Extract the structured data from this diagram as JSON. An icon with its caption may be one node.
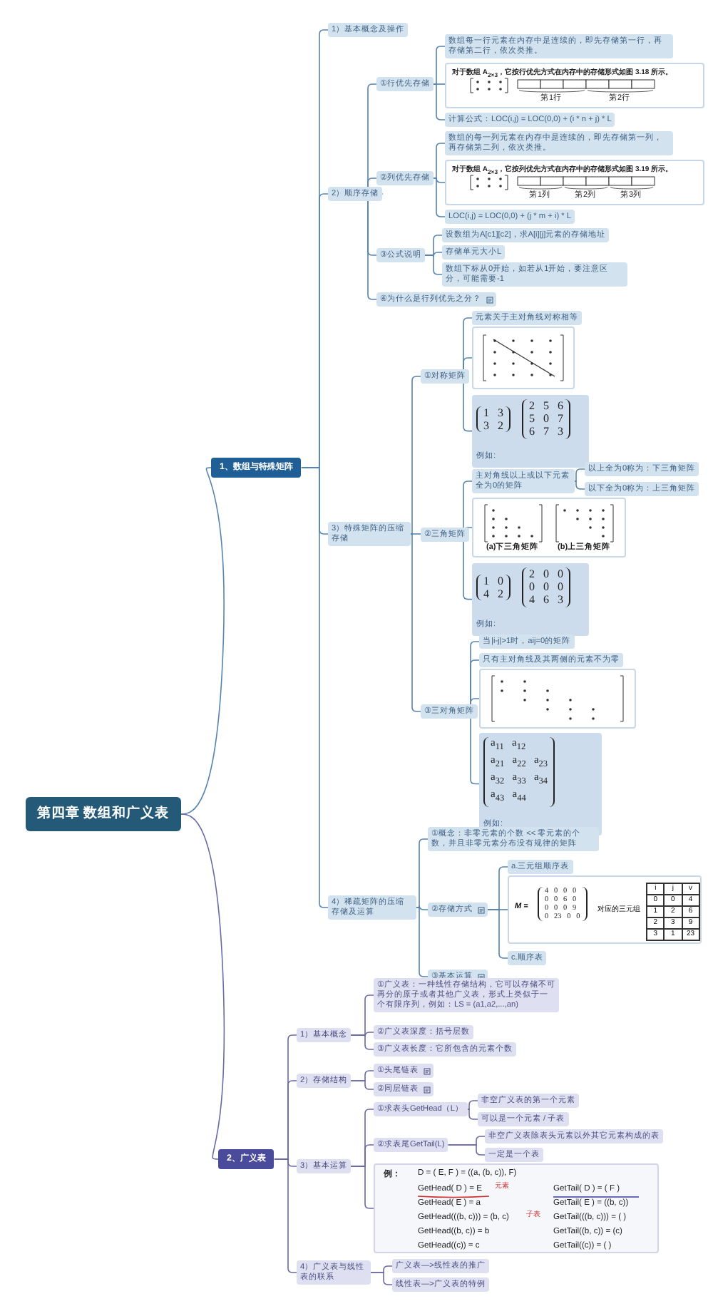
{
  "diagram": {
    "nodes": [
      {
        "text": [
          "第四章 数组和广义表"
        ]
      },
      {
        "text": [
          "1、数组与特殊矩阵"
        ]
      },
      {
        "text": [
          "1）基本概念及操作"
        ]
      },
      {
        "text": [
          "2）顺序存储"
        ]
      },
      {
        "text": [
          "①行优先存储"
        ]
      },
      {
        "text": [
          "数组每一行元素在内存中是连续的，即先存储第一行，再存储第二行，依次类推。"
        ]
      },
      {
        "text": [
          "对于数组 A$_{2×3}$，它按行优先方式在内存中的存储形式如图 3.18 所示。",
          "第1行",
          "第2行"
        ]
      },
      {
        "text": [
          "计算公式：LOC(i,j) = LOC(0,0) + (i * n + j) * L"
        ]
      },
      {
        "text": [
          "②列优先存储"
        ]
      },
      {
        "text": [
          "数组的每一列元素在内存中是连续的，即先存储第一列，再存储第二列，依次类推。"
        ]
      },
      {
        "text": [
          "对于数组 A$_{2×3}$，它按列优先方式在内存中的存储形式如图 3.19 所示。",
          "第1列",
          "第2列",
          "第3列"
        ]
      },
      {
        "text": [
          "LOC(i,j) = LOC(0,0) + (j * m + i) * L"
        ]
      },
      {
        "text": [
          "③公式说明"
        ]
      },
      {
        "text": [
          "设数组为A[c1][c2]，求A[i][j]元素的存储地址"
        ]
      },
      {
        "text": [
          "存储单元大小L"
        ]
      },
      {
        "text": [
          "数组下标从0开始，如若从1开始，要注意区分，可能需要-1"
        ]
      },
      {
        "text": [
          "④为什么是行列优先之分？"
        ]
      },
      {
        "text": [
          "3）特殊矩阵的压缩存储"
        ]
      },
      {
        "text": [
          "①对称矩阵"
        ]
      },
      {
        "text": [
          "元素关于主对角线对称相等"
        ]
      },
      {
        "text": [],
        "shape": "picture"
      },
      {
        "text": [
          "1 3",
          "3 2",
          "2 5 6",
          "5 0 7",
          "6 7 3",
          "例如:"
        ]
      },
      {
        "text": [
          "②三角矩阵"
        ]
      },
      {
        "text": [
          "主对角线以上或以下元素全为0的矩阵"
        ]
      },
      {
        "text": [
          "以上全为0称为：下三角矩阵"
        ]
      },
      {
        "text": [
          "以下全为0称为：上三角矩阵"
        ]
      },
      {
        "text": [
          "(a)下三角矩阵",
          "(b)上三角矩阵"
        ]
      },
      {
        "text": [
          "1 0",
          "4 2",
          "2 0 0",
          "0 0 0",
          "4 6 3",
          "例如:"
        ]
      },
      {
        "text": [
          "③三对角矩阵"
        ]
      },
      {
        "text": [
          "当|i-j|>1时，aij=0的矩阵"
        ]
      },
      {
        "text": [
          "只有主对角线及其两侧的元素不为零"
        ]
      },
      {
        "text": [],
        "shape": "picture"
      },
      {
        "text": [
          "a$_{11}$ a$_{12}$",
          "a$_{21}$ a$_{22}$ a$_{23}$",
          "a$_{32}$ a$_{33}$ a$_{34}$",
          "a$_{43}$ a$_{44}$",
          "例如:"
        ]
      },
      {
        "text": [
          "4）稀疏矩阵的压缩存储及运算"
        ]
      },
      {
        "text": [
          "①概念：非零元素的个数 << 零元素的个数，并且非零元素分布没有规律的矩阵"
        ]
      },
      {
        "text": [
          "②存储方式"
        ]
      },
      {
        "text": [
          "a.三元组顺序表"
        ]
      },
      {
        "text": [
          "M =",
          "4 0 0 0",
          "0 0 6 0",
          "0 0 0 9",
          "0 23 0 0",
          "对应的三元组",
          "i",
          "j",
          "v",
          "0",
          "0",
          "4",
          "1",
          "2",
          "6",
          "2",
          "3",
          "9",
          "3",
          "1",
          "23"
        ]
      },
      {
        "text": [
          "c.顺序表"
        ]
      },
      {
        "text": [
          "③基本运算"
        ]
      },
      {
        "text": [
          "2、广义表"
        ]
      },
      {
        "text": [
          "1）基本概念"
        ]
      },
      {
        "text": [
          "①广义表：一种线性存储结构，它可以存储不可再分的原子或者其他广义表，形式上类似于一个有限序列，例如：LS = (a1,a2,...,an)"
        ]
      },
      {
        "text": [
          "②广义表深度：括号层数"
        ]
      },
      {
        "text": [
          "③广义表长度：它所包含的元素个数"
        ]
      },
      {
        "text": [
          "2）存储结构"
        ]
      },
      {
        "text": [
          "①头尾链表"
        ]
      },
      {
        "text": [
          "②同层链表"
        ]
      },
      {
        "text": [
          "3）基本运算"
        ]
      },
      {
        "text": [
          "①求表头GetHead（L）"
        ]
      },
      {
        "text": [
          "非空广义表的第一个元素"
        ]
      },
      {
        "text": [
          "可以是一个元素 / 子表"
        ]
      },
      {
        "text": [
          "②求表尾GetTail(L)"
        ]
      },
      {
        "text": [
          "非空广义表除表头元素以外其它元素构成的表"
        ]
      },
      {
        "text": [
          "一定是一个表"
        ]
      },
      {
        "text": [
          "例：",
          "D = ( E, F ) = ((a, (b, c)), F)",
          "GetHead( D ) = E",
          "元素",
          "GetTail( D ) = ( F )",
          "GetHead( E ) = a",
          "GetTail( E ) = ((b, c))",
          "GetHead(((b, c))) = (b, c)",
          "子表",
          "GetTail(((b, c))) = ( )",
          "GetHead((b, c)) = b",
          "GetTail((b, c)) = (c)",
          "GetHead((c)) = c",
          "GetTail((c)) = ( )"
        ]
      },
      {
        "text": [
          "4）广义表与线性表的联系"
        ]
      },
      {
        "text": [
          "广义表—>线性表的推广"
        ]
      },
      {
        "text": [
          "线性表—>广义表的特例"
        ]
      }
    ],
    "edges": [
      {
        "from": 0,
        "to": 1,
        "arrow": "none"
      },
      {
        "from": 1,
        "to": 2,
        "arrow": "none"
      },
      {
        "from": 1,
        "to": 3,
        "arrow": "none"
      },
      {
        "from": 3,
        "to": 4,
        "arrow": "none"
      },
      {
        "from": 4,
        "to": 5,
        "arrow": "none"
      },
      {
        "from": 4,
        "to": 6,
        "arrow": "none"
      },
      {
        "from": 4,
        "to": 7,
        "arrow": "none"
      },
      {
        "from": 3,
        "to": 8,
        "arrow": "none"
      },
      {
        "from": 8,
        "to": 9,
        "arrow": "none"
      },
      {
        "from": 8,
        "to": 10,
        "arrow": "none"
      },
      {
        "from": 8,
        "to": 11,
        "arrow": "none"
      },
      {
        "from": 3,
        "to": 12,
        "arrow": "none"
      },
      {
        "from": 12,
        "to": 13,
        "arrow": "none"
      },
      {
        "from": 12,
        "to": 14,
        "arrow": "none"
      },
      {
        "from": 12,
        "to": 15,
        "arrow": "none"
      },
      {
        "from": 3,
        "to": 16,
        "arrow": "none"
      },
      {
        "from": 1,
        "to": 17,
        "arrow": "none"
      },
      {
        "from": 17,
        "to": 18,
        "arrow": "none"
      },
      {
        "from": 18,
        "to": 19,
        "arrow": "none"
      },
      {
        "from": 18,
        "to": 20,
        "arrow": "none"
      },
      {
        "from": 18,
        "to": 21,
        "arrow": "none"
      },
      {
        "from": 17,
        "to": 22,
        "arrow": "none"
      },
      {
        "from": 22,
        "to": 23,
        "arrow": "none"
      },
      {
        "from": 23,
        "to": 24,
        "arrow": "none"
      },
      {
        "from": 23,
        "to": 25,
        "arrow": "none"
      },
      {
        "from": 22,
        "to": 26,
        "arrow": "none"
      },
      {
        "from": 22,
        "to": 27,
        "arrow": "none"
      },
      {
        "from": 17,
        "to": 28,
        "arrow": "none"
      },
      {
        "from": 28,
        "to": 29,
        "arrow": "none"
      },
      {
        "from": 28,
        "to": 30,
        "arrow": "none"
      },
      {
        "from": 28,
        "to": 31,
        "arrow": "none"
      },
      {
        "from": 28,
        "to": 32,
        "arrow": "none"
      },
      {
        "from": 1,
        "to": 33,
        "arrow": "none"
      },
      {
        "from": 33,
        "to": 34,
        "arrow": "none"
      },
      {
        "from": 33,
        "to": 35,
        "arrow": "none"
      },
      {
        "from": 35,
        "to": 36,
        "arrow": "none"
      },
      {
        "from": 35,
        "to": 37,
        "arrow": "none"
      },
      {
        "from": 35,
        "to": 38,
        "arrow": "none"
      },
      {
        "from": 33,
        "to": 39,
        "arrow": "none"
      },
      {
        "from": 0,
        "to": 40,
        "arrow": "none",
        "color": "#6a6aa6"
      },
      {
        "from": 40,
        "to": 41,
        "arrow": "none",
        "color": "#6a6aa6"
      },
      {
        "from": 41,
        "to": 42,
        "arrow": "none",
        "color": "#6a6aa6"
      },
      {
        "from": 41,
        "to": 43,
        "arrow": "none",
        "color": "#6a6aa6"
      },
      {
        "from": 41,
        "to": 44,
        "arrow": "none",
        "color": "#6a6aa6"
      },
      {
        "from": 40,
        "to": 45,
        "arrow": "none",
        "color": "#6a6aa6"
      },
      {
        "from": 45,
        "to": 46,
        "arrow": "none",
        "color": "#6a6aa6"
      },
      {
        "from": 45,
        "to": 47,
        "arrow": "none",
        "color": "#6a6aa6"
      },
      {
        "from": 40,
        "to": 48,
        "arrow": "none",
        "color": "#6a6aa6"
      },
      {
        "from": 48,
        "to": 49,
        "arrow": "none",
        "color": "#6a6aa6"
      },
      {
        "from": 49,
        "to": 50,
        "arrow": "none",
        "color": "#6a6aa6"
      },
      {
        "from": 49,
        "to": 51,
        "arrow": "none",
        "color": "#6a6aa6"
      },
      {
        "from": 48,
        "to": 52,
        "arrow": "none",
        "color": "#6a6aa6"
      },
      {
        "from": 52,
        "to": 53,
        "arrow": "none",
        "color": "#6a6aa6"
      },
      {
        "from": 52,
        "to": 54,
        "arrow": "none",
        "color": "#6a6aa6"
      },
      {
        "from": 48,
        "to": 55,
        "arrow": "none",
        "color": "#6a6aa6"
      },
      {
        "from": 40,
        "to": 56,
        "arrow": "none",
        "color": "#6a6aa6"
      },
      {
        "from": 56,
        "to": 57,
        "arrow": "none",
        "color": "#6a6aa6"
      },
      {
        "from": 56,
        "to": 58,
        "arrow": "none",
        "color": "#6a6aa6"
      }
    ]
  }
}
